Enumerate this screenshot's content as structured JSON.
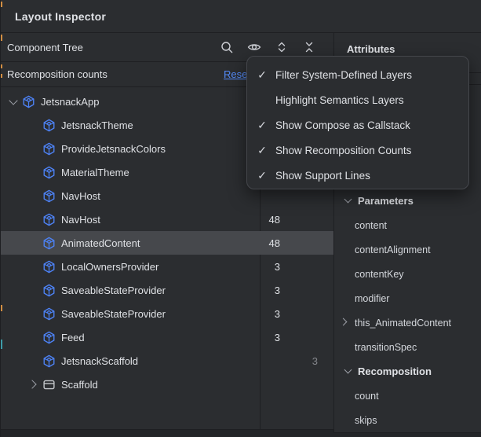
{
  "window": {
    "title": "Layout Inspector"
  },
  "colors": {
    "background": "#2b2d30",
    "divider": "#1e1f22",
    "selection": "#46484c",
    "text": "#dfe1e5",
    "dim_text": "#85878c",
    "link_blue": "#548af7",
    "compose_icon_blue": "#4d82f5",
    "icon_gray": "#ced0d6"
  },
  "component_tree": {
    "header": "Component Tree",
    "toolbar_icons": [
      "search-icon",
      "visibility-options-icon",
      "expand-all-icon",
      "collapse-all-icon"
    ],
    "recomposition_banner": {
      "label": "Recomposition counts",
      "reset_label": "Reset"
    },
    "nodes": [
      {
        "label": "JetsnackApp",
        "level": 0,
        "chevron": "expanded",
        "icon": "compose"
      },
      {
        "label": "JetsnackTheme",
        "level": 1,
        "icon": "compose"
      },
      {
        "label": "ProvideJetsnackColors",
        "level": 1,
        "icon": "compose"
      },
      {
        "label": "MaterialTheme",
        "level": 1,
        "icon": "compose"
      },
      {
        "label": "NavHost",
        "level": 1,
        "icon": "compose"
      },
      {
        "label": "NavHost",
        "level": 1,
        "icon": "compose",
        "count": "48"
      },
      {
        "label": "AnimatedContent",
        "level": 1,
        "icon": "compose",
        "count": "48",
        "selected": true
      },
      {
        "label": "LocalOwnersProvider",
        "level": 1,
        "icon": "compose",
        "count": "3"
      },
      {
        "label": "SaveableStateProvider",
        "level": 1,
        "icon": "compose",
        "count": "3"
      },
      {
        "label": "SaveableStateProvider",
        "level": 1,
        "icon": "compose",
        "count": "3"
      },
      {
        "label": "Feed",
        "level": 1,
        "icon": "compose",
        "count": "3"
      },
      {
        "label": "JetsnackScaffold",
        "level": 1,
        "icon": "compose",
        "skips": "3"
      },
      {
        "label": "Scaffold",
        "level": 1,
        "chevron": "collapsed",
        "icon": "scaffold"
      }
    ]
  },
  "visibility_menu": {
    "check_glyph": "✓",
    "items": [
      {
        "label": "Filter System-Defined Layers",
        "checked": true
      },
      {
        "label": "Highlight Semantics Layers",
        "checked": false
      },
      {
        "label": "Show Compose as Callstack",
        "checked": true
      },
      {
        "label": "Show Recomposition Counts",
        "checked": true
      },
      {
        "label": "Show Support Lines",
        "checked": true
      }
    ]
  },
  "attributes": {
    "header": "Attributes",
    "sections": [
      {
        "label": "Parameters",
        "expanded": true,
        "items": [
          {
            "label": "content"
          },
          {
            "label": "contentAlignment"
          },
          {
            "label": "contentKey"
          },
          {
            "label": "modifier"
          },
          {
            "label": "this_AnimatedContent",
            "expandable": true
          },
          {
            "label": "transitionSpec"
          }
        ]
      },
      {
        "label": "Recomposition",
        "expanded": true,
        "items": [
          {
            "label": "count"
          },
          {
            "label": "skips"
          }
        ]
      }
    ]
  }
}
